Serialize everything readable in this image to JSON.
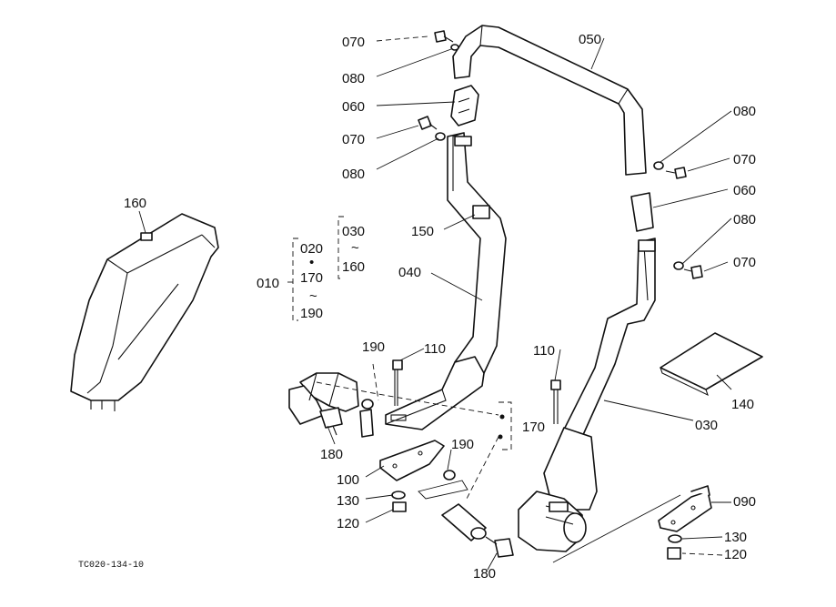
{
  "labels": {
    "l070a": "070",
    "l080a": "080",
    "l060a": "060",
    "l070b": "070",
    "l080b": "080",
    "l050": "050",
    "l080c": "080",
    "l070c": "070",
    "l060b": "060",
    "l080d": "080",
    "l070d": "070",
    "l160": "160",
    "l150": "150",
    "l030a": "030",
    "l030a_tilde": "~",
    "l160b": "160",
    "l020": "020",
    "l020_dot": "•",
    "l170a": "170",
    "l170a_tilde": "~",
    "l190a": "190",
    "l010": "010",
    "l040": "040",
    "l190b": "190",
    "l110a": "110",
    "l110b": "110",
    "l170b": "170",
    "l030b": "030",
    "l140": "140",
    "l180a": "180",
    "l190c": "190",
    "l100": "100",
    "l130a": "130",
    "l120a": "120",
    "l180b": "180",
    "l090": "090",
    "l130b": "130",
    "l120b": "120"
  },
  "figure_ref": "TC020-134-10"
}
